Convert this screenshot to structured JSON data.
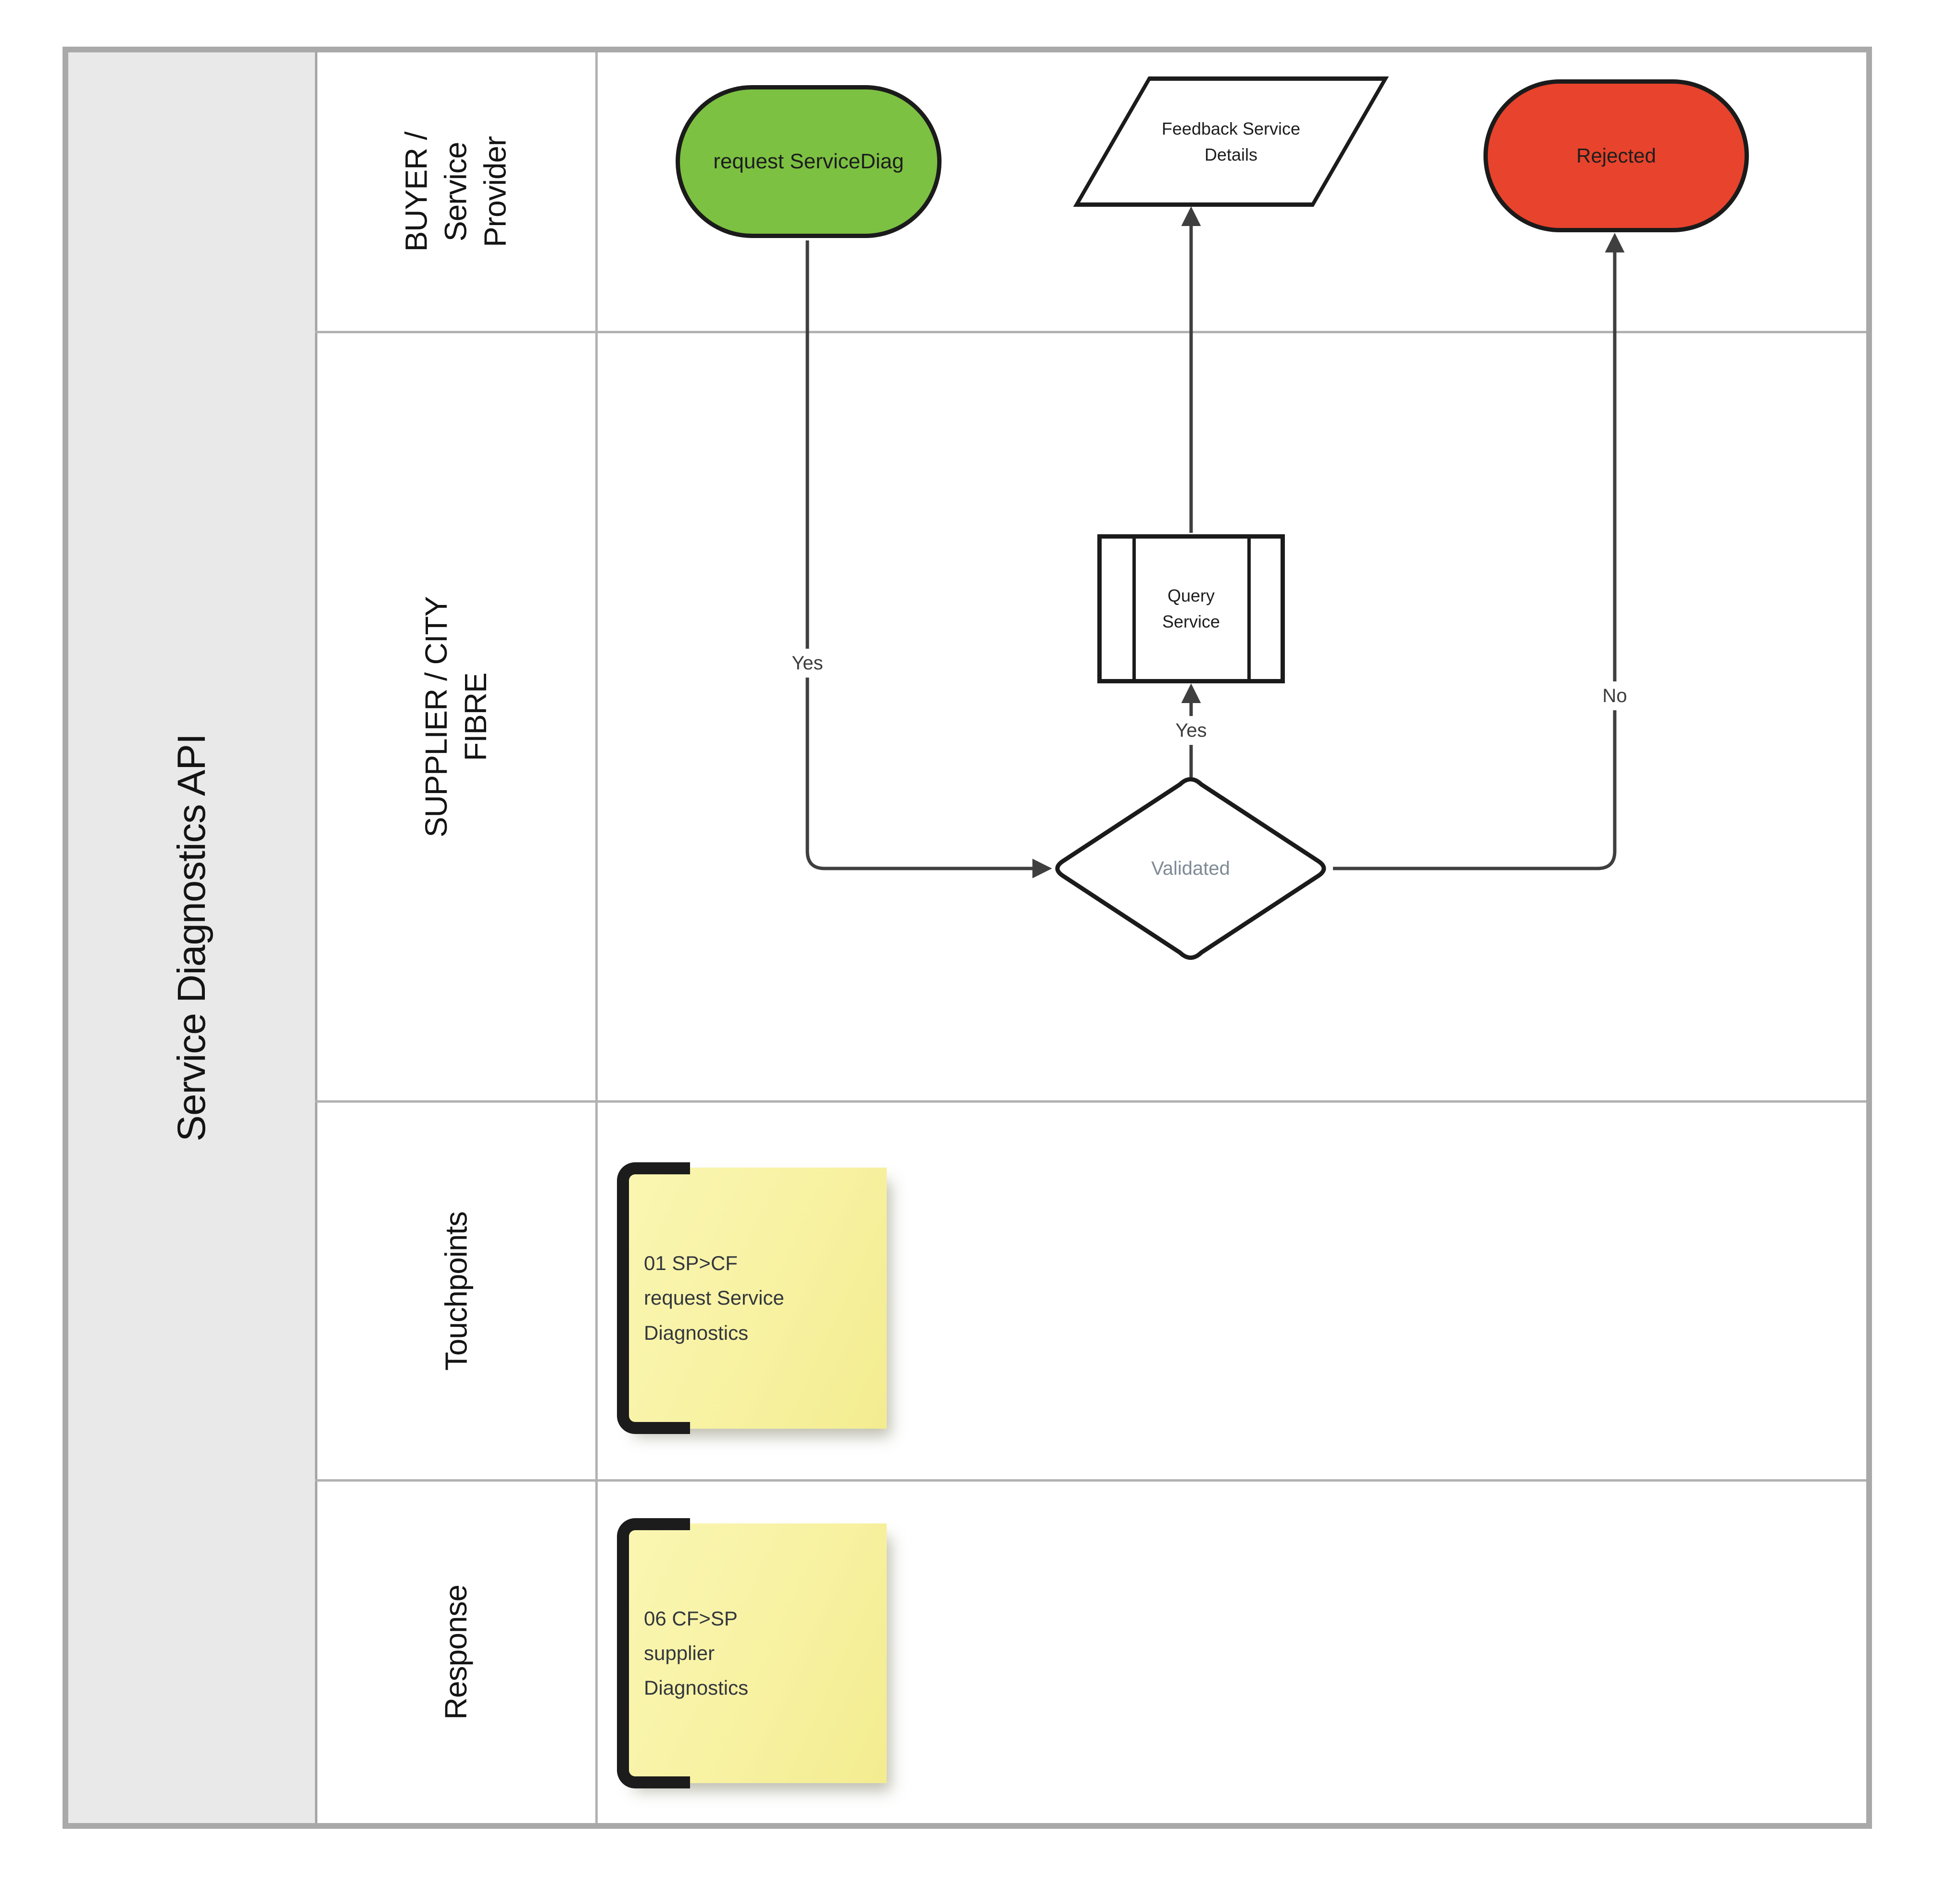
{
  "title": "Service Diagnostics API",
  "lanes": [
    {
      "label": "BUYER /\nService\nProvider"
    },
    {
      "label": "SUPPLIER / CITY FIBRE"
    },
    {
      "label": "Touchpoints"
    },
    {
      "label": "Response"
    }
  ],
  "nodes": {
    "start": {
      "label": "request ServiceDiag",
      "fill": "#7cc142"
    },
    "feedback": {
      "label": "Feedback Service\nDetails",
      "fill": "#ffffff"
    },
    "rejected": {
      "label": "Rejected",
      "fill": "#e8432c"
    },
    "query": {
      "label": "Query\nService",
      "fill": "#ffffff"
    },
    "validated": {
      "label": "Validated",
      "text_color": "#7e8a96"
    }
  },
  "edge_labels": {
    "yes_from_start": "Yes",
    "yes_to_query": "Yes",
    "no_to_rejected": "No"
  },
  "notes": [
    {
      "text": "01 SP>CF\nrequest Service\nDiagnostics"
    },
    {
      "text": "06 CF>SP\nsupplier\nDiagnostics"
    }
  ],
  "colors": {
    "frame_border": "#a9a9a9",
    "grid_lines": "#b2b2b2",
    "title_cell_bg": "#e9e9e9",
    "connector": "#3f3f3f",
    "note_bg": "#f7f1a0",
    "shape_stroke": "#1b1b1b"
  }
}
